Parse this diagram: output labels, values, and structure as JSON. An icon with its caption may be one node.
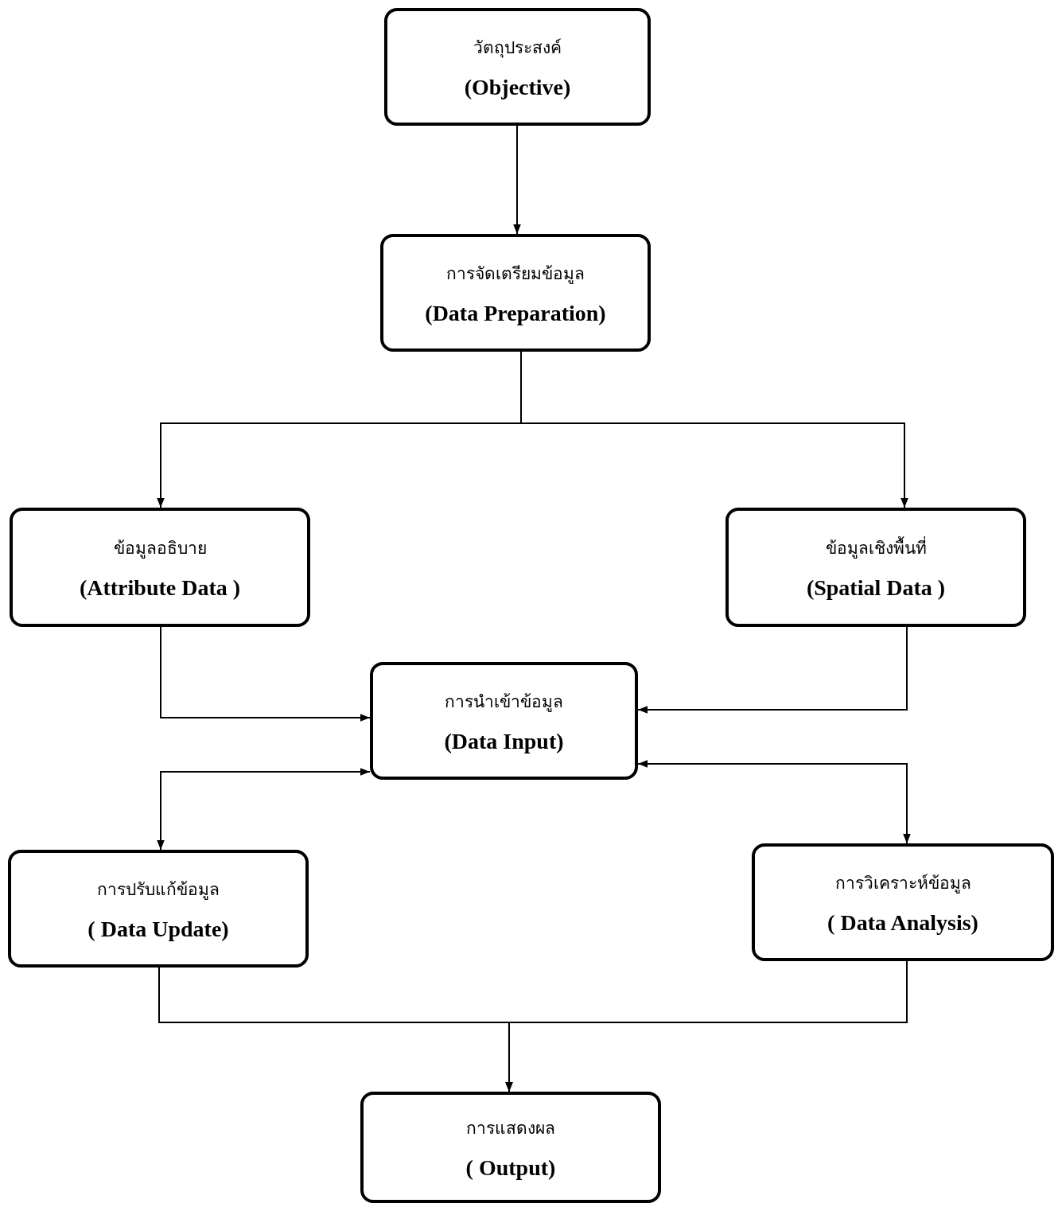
{
  "diagram": {
    "nodes": [
      {
        "text": [
          "วัตถุประสงค์",
          "(Objective)"
        ]
      },
      {
        "text": [
          "การจัดเตรียมข้อมูล",
          "(Data Preparation)"
        ]
      },
      {
        "text": [
          "ข้อมูลอธิบาย",
          "(Attribute Data )"
        ]
      },
      {
        "text": [
          "ข้อมูลเชิงพื้นที่",
          "(Spatial Data )"
        ]
      },
      {
        "text": [
          "การนำเข้าข้อมูล",
          "(Data Input)"
        ]
      },
      {
        "text": [
          "การปรับแก้ข้อมูล",
          "( Data Update)"
        ]
      },
      {
        "text": [
          "การวิเคราะห์ข้อมูล",
          "( Data Analysis)"
        ]
      },
      {
        "text": [
          "การแสดงผล",
          "( Output)"
        ]
      }
    ],
    "edges": [
      {
        "from": 0,
        "to": 1,
        "arrow": "to"
      },
      {
        "from": 1,
        "to": 2,
        "arrow": "to"
      },
      {
        "from": 1,
        "to": 3,
        "arrow": "to"
      },
      {
        "from": 2,
        "to": 4,
        "arrow": "to"
      },
      {
        "from": 3,
        "to": 4,
        "arrow": "to"
      },
      {
        "from": 4,
        "to": 5,
        "arrow": "both"
      },
      {
        "from": 4,
        "to": 6,
        "arrow": "both"
      },
      {
        "from": 5,
        "to": 7,
        "arrow": "to"
      },
      {
        "from": 6,
        "to": 7,
        "arrow": "to"
      }
    ]
  }
}
